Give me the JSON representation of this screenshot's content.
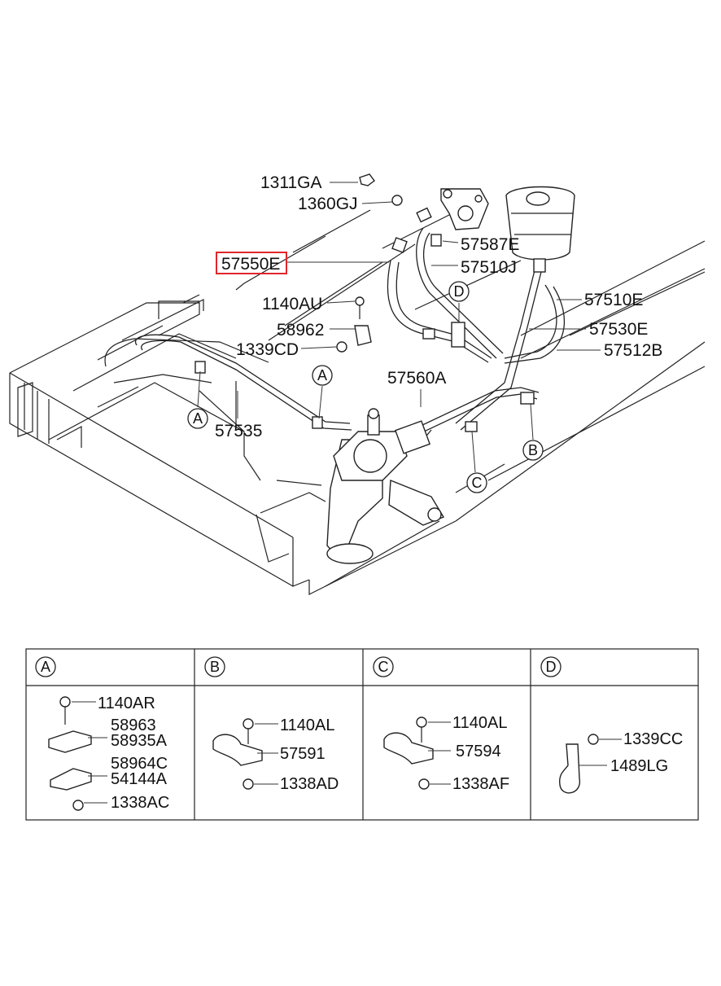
{
  "diagram": {
    "highlight_color": "#e0262b",
    "highlighted_part": "57550E",
    "callouts": {
      "c1311GA": "1311GA",
      "c1360GJ": "1360GJ",
      "c57550E": "57550E",
      "c57587E": "57587E",
      "c57510J": "57510J",
      "c1140AU": "1140AU",
      "c57510E": "57510E",
      "c58962": "58962",
      "c57530E": "57530E",
      "c1339CD": "1339CD",
      "c57512B": "57512B",
      "c57560A": "57560A",
      "c57535": "57535"
    },
    "markers": {
      "A1": "A",
      "A2": "A",
      "B": "B",
      "C": "C",
      "D": "D"
    }
  },
  "detail_table": {
    "headers": [
      "A",
      "B",
      "C",
      "D"
    ],
    "cellA": [
      "1140AR",
      "58963",
      "58935A",
      "58964C",
      "54144A",
      "1338AC"
    ],
    "cellB": [
      "1140AL",
      "57591",
      "1338AD"
    ],
    "cellC": [
      "1140AL",
      "57594",
      "1338AF"
    ],
    "cellD": [
      "1339CC",
      "1489LG"
    ]
  }
}
